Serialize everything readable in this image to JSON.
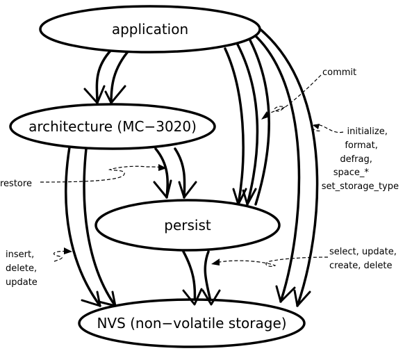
{
  "nodes": {
    "application": "application",
    "architecture": "architecture (MC−3020)",
    "persist": "persist",
    "nvs": "NVS (non−volatile storage)"
  },
  "annotations": {
    "commit": [
      "commit"
    ],
    "initialize": [
      "initialize,",
      "format,",
      "defrag,",
      "space_*",
      "set_storage_type"
    ],
    "restore": [
      "restore"
    ],
    "insert": [
      "insert,",
      "delete,",
      "update"
    ],
    "select": [
      "select, update,",
      "create, delete"
    ]
  },
  "colors": {
    "stroke": "#000000",
    "background": "#ffffff"
  }
}
